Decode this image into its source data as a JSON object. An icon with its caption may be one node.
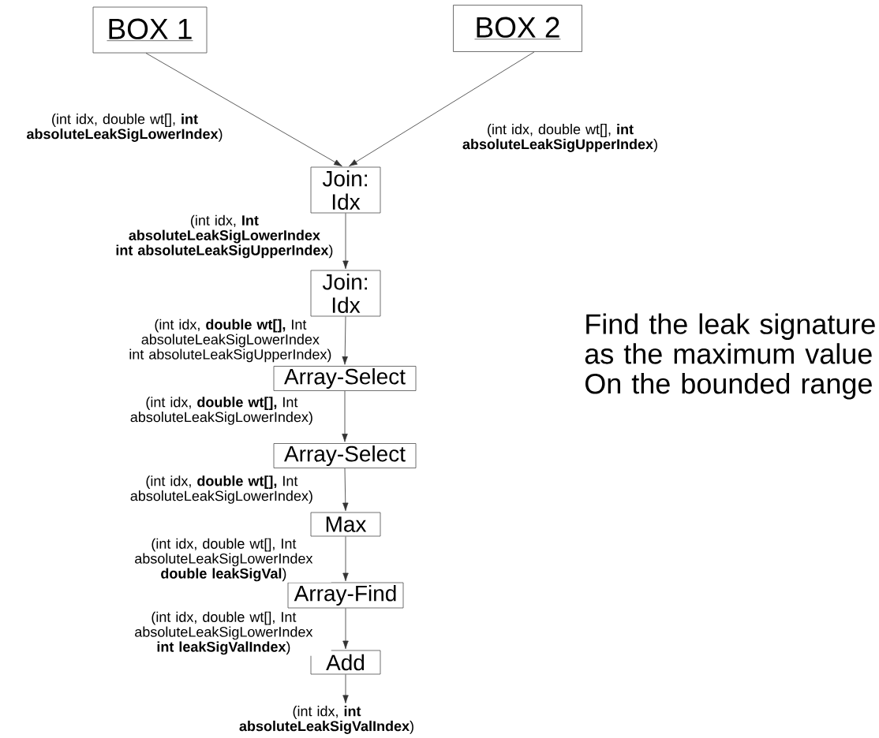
{
  "diagram": {
    "nodes": [
      {
        "text": [
          "BOX 1"
        ]
      },
      {
        "text": [
          "BOX 2"
        ]
      },
      {
        "text": [
          "Join: Idx"
        ]
      },
      {
        "text": [
          "Join: Idx"
        ]
      },
      {
        "text": [
          "Array-Select"
        ]
      },
      {
        "text": [
          "Array-Select"
        ]
      },
      {
        "text": [
          "Max"
        ]
      },
      {
        "text": [
          "Array-Find"
        ]
      },
      {
        "text": [
          "Add"
        ]
      },
      {
        "text": [
          "(int idx, **int absoluteLeakSigValIndex**)"
        ]
      }
    ],
    "edges": [
      {
        "from": 0,
        "to": 2,
        "arrow": "to",
        "label": "(int idx, double wt[], **int absoluteLeakSigLowerIndex**)"
      },
      {
        "from": 1,
        "to": 2,
        "arrow": "to",
        "label": "(int idx, double wt[], **int absoluteLeakSigUpperIndex**)"
      },
      {
        "from": 2,
        "to": 3,
        "arrow": "to",
        "label": "(int idx, **Int absoluteLeakSigLowerIndex int absoluteLeakSigUpperIndex**)"
      },
      {
        "from": 3,
        "to": 4,
        "arrow": "to",
        "label": "(int idx, **double wt[],** Int absoluteLeakSigLowerIndex int absoluteLeakSigUpperIndex)"
      },
      {
        "from": 4,
        "to": 5,
        "arrow": "to",
        "label": "(int idx, **double wt[],** Int absoluteLeakSigLowerIndex)"
      },
      {
        "from": 5,
        "to": 6,
        "arrow": "to",
        "label": "(int idx, **double wt[],** Int absoluteLeakSigLowerIndex)"
      },
      {
        "from": 6,
        "to": 7,
        "arrow": "to",
        "label": "(int idx, double wt[], Int absoluteLeakSigLowerIndex **double leakSigVal**)"
      },
      {
        "from": 7,
        "to": 8,
        "arrow": "to",
        "label": "(int idx, double wt[], Int absoluteLeakSigLowerIndex **int leakSigValIndex**)"
      },
      {
        "from": 8,
        "to": 9,
        "arrow": "to"
      }
    ],
    "labels": [
      "Find the leak signature as the maximum value On the bounded range"
    ]
  }
}
